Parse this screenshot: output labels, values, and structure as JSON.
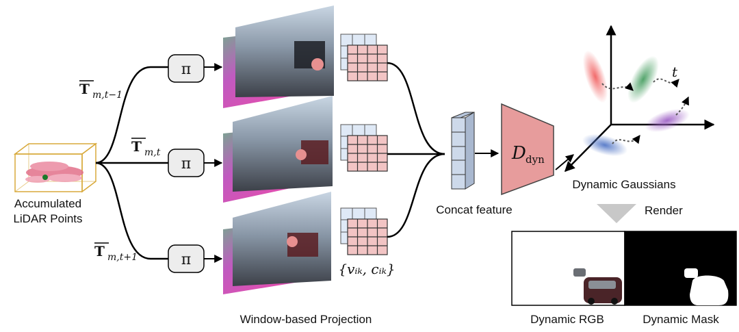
{
  "lidar": {
    "label_line1": "Accumulated",
    "label_line2": "LiDAR Points"
  },
  "transforms": [
    {
      "symbol": "T",
      "subscript": "m,t−1"
    },
    {
      "symbol": "T",
      "subscript": "m,t"
    },
    {
      "symbol": "T",
      "subscript": "m,t+1"
    }
  ],
  "projection_op": "π",
  "projection_label": "Window-based Projection",
  "feature_set_label": "{vᵢₖ, cᵢₖ}",
  "concat_label": "Concat feature",
  "decoder": {
    "symbol": "D",
    "subscript": "dyn"
  },
  "gaussians": {
    "label": "Dynamic Gaussians",
    "time_axis": "t"
  },
  "render_label": "Render",
  "outputs": {
    "rgb_label": "Dynamic RGB",
    "mask_label": "Dynamic Mask"
  },
  "colors": {
    "grid_front": "#f2c4c4",
    "grid_back": "#dfe9f6",
    "decoder_fill": "#e79c9c",
    "concat_fill": "#cdd9ea",
    "lidar_box": "#d8a93a",
    "lidar_points": "#e2708a",
    "render_arrow": "#c8c8c8",
    "gauss_red": "#f05a5a",
    "gauss_green": "#3f9a5a",
    "gauss_purple": "#9b5cc4",
    "gauss_blue": "#4a70c4"
  }
}
